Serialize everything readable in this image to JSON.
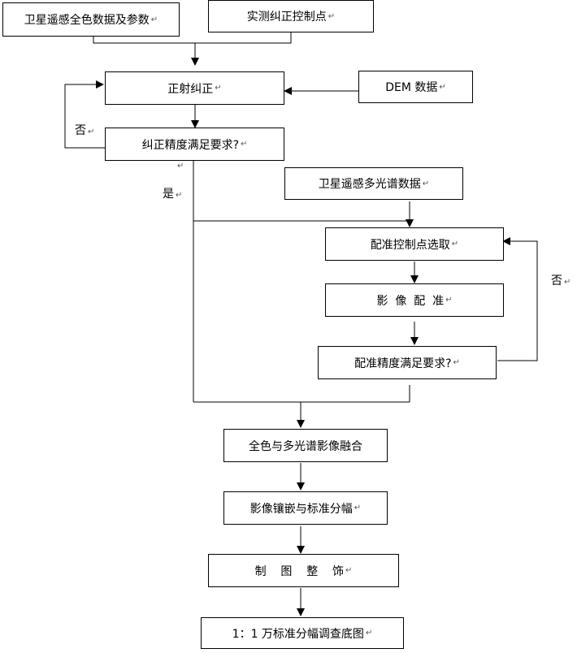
{
  "nodes": {
    "pan_data": "卫星遥感全色数据及参数",
    "gcp": "实测纠正控制点",
    "ortho": "正射纠正",
    "dem": "DEM 数据",
    "ortho_check": "纠正精度满足要求?",
    "ms_data": "卫星遥感多光谱数据",
    "reg_gcp": "配准控制点选取",
    "registration": "影  像  配  准",
    "reg_check": "配准精度满足要求?",
    "fusion": "全色与多光谱影像融合",
    "mosaic": "影像镶嵌与标准分幅",
    "finishing": "制    图    整    饰",
    "output": "1：1 万标准分幅调查底图"
  },
  "labels": {
    "no_ortho": "否",
    "yes": "是",
    "no_reg": "否"
  },
  "paragraph_mark": "↵"
}
